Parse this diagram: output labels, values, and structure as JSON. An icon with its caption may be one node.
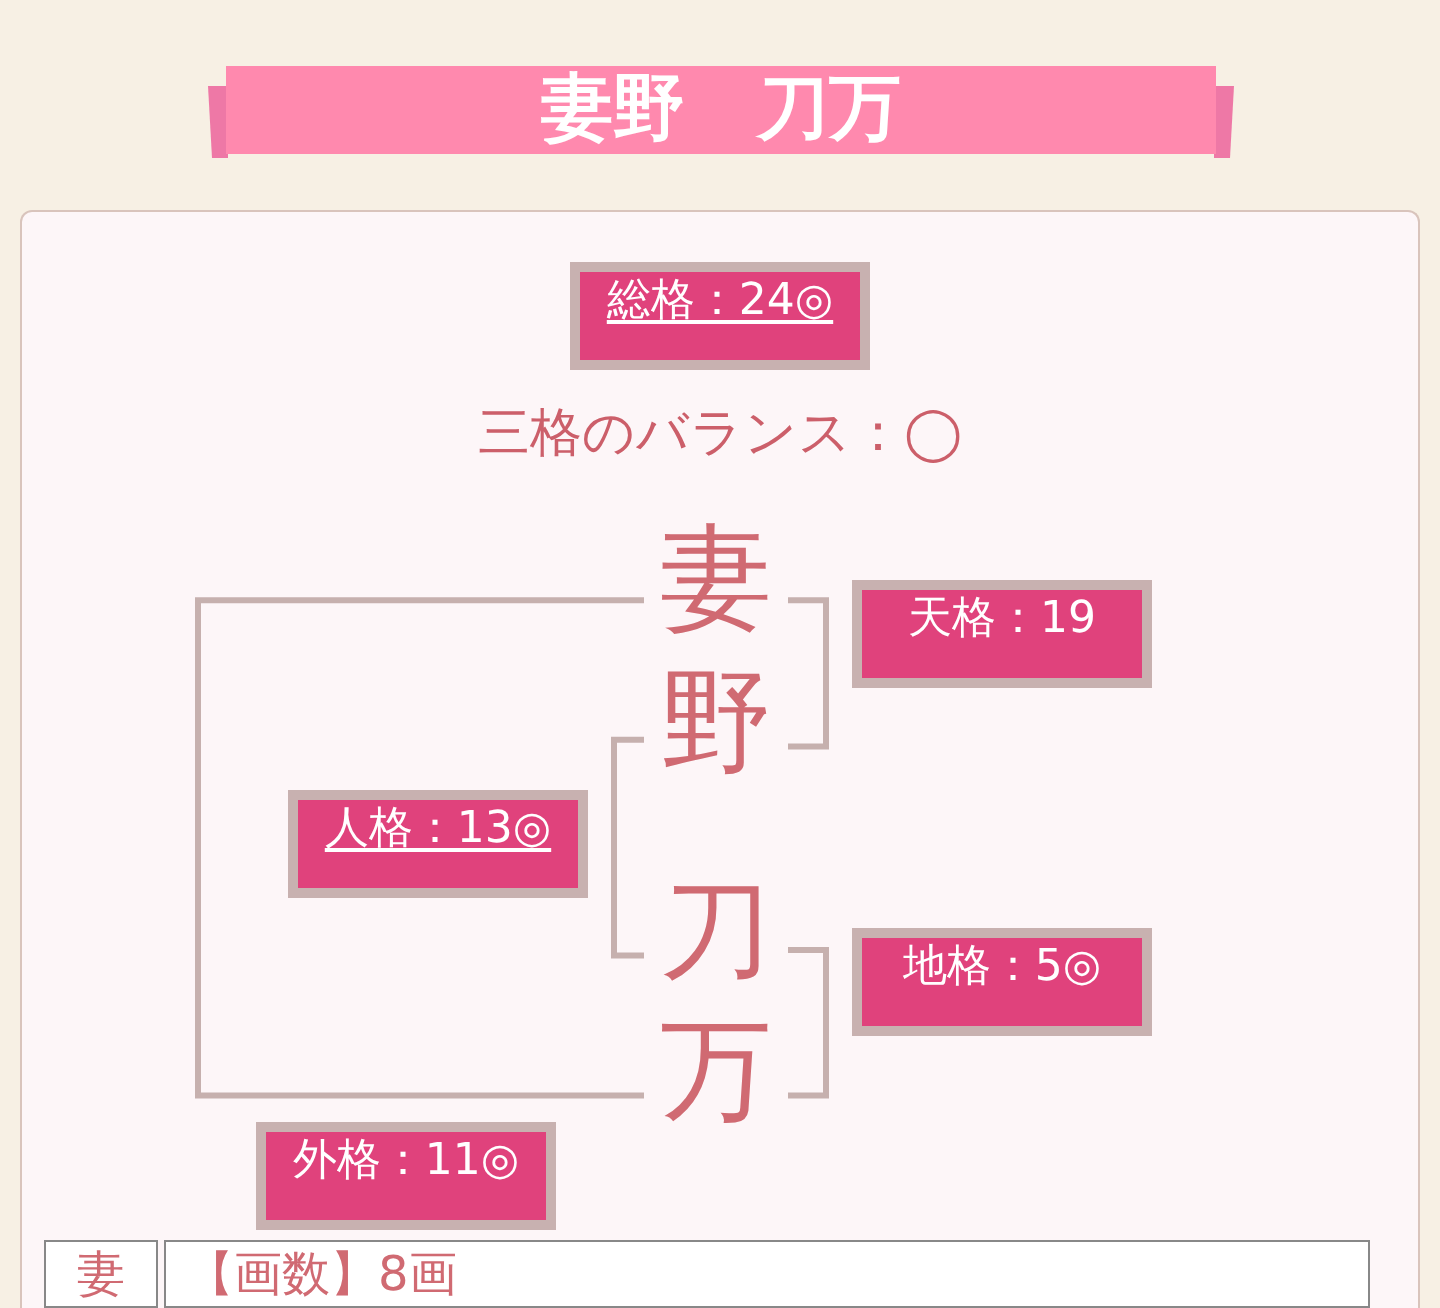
{
  "diagram": {
    "title": "妻野　刀万",
    "nodes": [
      {
        "text": [
          "総格：24◎"
        ]
      },
      {
        "text": [
          "妻"
        ]
      },
      {
        "text": [
          "野"
        ]
      },
      {
        "text": [
          "天格：19"
        ]
      },
      {
        "text": [
          "人格：13◎"
        ]
      },
      {
        "text": [
          "刀"
        ]
      },
      {
        "text": [
          "地格：5◎"
        ]
      },
      {
        "text": [
          "万"
        ]
      },
      {
        "text": [
          "外格：11◎"
        ]
      }
    ],
    "edges": [
      {
        "from": 1,
        "to": 2,
        "arrow": "none"
      },
      {
        "from": 2,
        "to": 5,
        "arrow": "none"
      },
      {
        "from": 5,
        "to": 7,
        "arrow": "none"
      },
      {
        "from": 1,
        "to": 7,
        "arrow": "none"
      }
    ],
    "labels": [
      "三格のバランス：◯",
      "妻",
      "【画数】8画"
    ]
  }
}
